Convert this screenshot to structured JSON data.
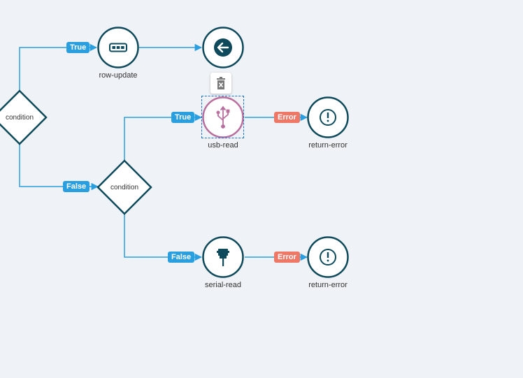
{
  "colors": {
    "background": "#eff2f6",
    "node_stroke": "#0e4a5c",
    "edge": "#2a9fe0",
    "true_false_badge": "#2a9fe0",
    "error_badge": "#ee7766",
    "selected_node": "#b96f9e",
    "selection_border": "#1b6fc4"
  },
  "nodes": {
    "condition_1": {
      "label": "condition",
      "icon": "diamond"
    },
    "row_update": {
      "label": "row-update",
      "icon": "row-dots-icon"
    },
    "back_node": {
      "label": "",
      "icon": "arrow-left-icon"
    },
    "condition_2": {
      "label": "condition",
      "icon": "diamond"
    },
    "usb_read": {
      "label": "usb-read",
      "icon": "usb-icon",
      "selected": true
    },
    "return_error_1": {
      "label": "return-error",
      "icon": "exclamation-icon"
    },
    "serial_read": {
      "label": "serial-read",
      "icon": "serial-plug-icon"
    },
    "return_error_2": {
      "label": "return-error",
      "icon": "exclamation-icon"
    }
  },
  "edges": {
    "e1": {
      "label": "True"
    },
    "e2": {
      "label": "False"
    },
    "e3": {
      "label": "True"
    },
    "e4": {
      "label": "False"
    },
    "e5": {
      "label": "Error"
    },
    "e6": {
      "label": "Error"
    }
  },
  "toolbar": {
    "delete_icon": "trash-icon"
  }
}
